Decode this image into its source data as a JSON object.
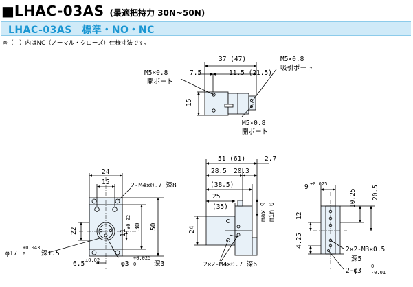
{
  "header": {
    "square": "■",
    "model": "LHAC-03AS",
    "force_label": "(最適把持力 30N~50N)",
    "subtitle": "LHAC-03AS　標準・NO・NC",
    "note": "※（　）内はNC（ノーマル・クローズ）仕様寸法です。"
  },
  "top_view": {
    "d_37": "37 (47)",
    "port_close": "M5×0.8",
    "port_close_name": "吸引ポート",
    "port_open": "M5×0.8",
    "d_7_5": "7.5",
    "d_11_5": "11.5 (21.5)",
    "open_port_name": "開ポート",
    "d_15": "15",
    "port_open2": "M5×0.8",
    "open_port_name2": "開ポート"
  },
  "front_view": {
    "d_24": "24",
    "d_15": "15",
    "tap": "2-M4×0.7 深8",
    "d_22": "22",
    "d_11": "11",
    "d_11_tol": "±0.02",
    "d_30": "30",
    "d_50": "50",
    "bore": "φ17",
    "bore_tol": "+0.043",
    "bore_tol2": "0",
    "bore_depth": "深1.5",
    "d_6_5": "6.5",
    "d_6_5_tol": "±0.02",
    "pin": "φ3",
    "pin_tol": "+0.025",
    "pin_tol2": "0",
    "pin_depth": "深3"
  },
  "side_view": {
    "d_51": "51 (61)",
    "d_2_7": "2.7",
    "d_28_5": "28.5",
    "d_20_3": "20.3",
    "d_38_5": "(38.5)",
    "d_25": "25",
    "d_35": "(35)",
    "stroke": "max 9",
    "stroke_min": "min 0",
    "d_24": "24",
    "tap": "2×2-M4×0.7 深6"
  },
  "end_view": {
    "d_9": "9",
    "d_9_tol": "±0.025",
    "d_10_25": "10.25",
    "d_20_5": "20.5",
    "d_12": "12",
    "d_4_25": "4.25",
    "tap": "2×2-M3×0.5",
    "tap_depth": "深5",
    "pin": "2-φ3",
    "pin_tol": "0",
    "pin_tol2": "-0.01"
  },
  "colors": {
    "part_fill": "#e8f1f8",
    "subtitle_bg": "#cfeaf8",
    "subtitle_text": "#1a96d2"
  }
}
